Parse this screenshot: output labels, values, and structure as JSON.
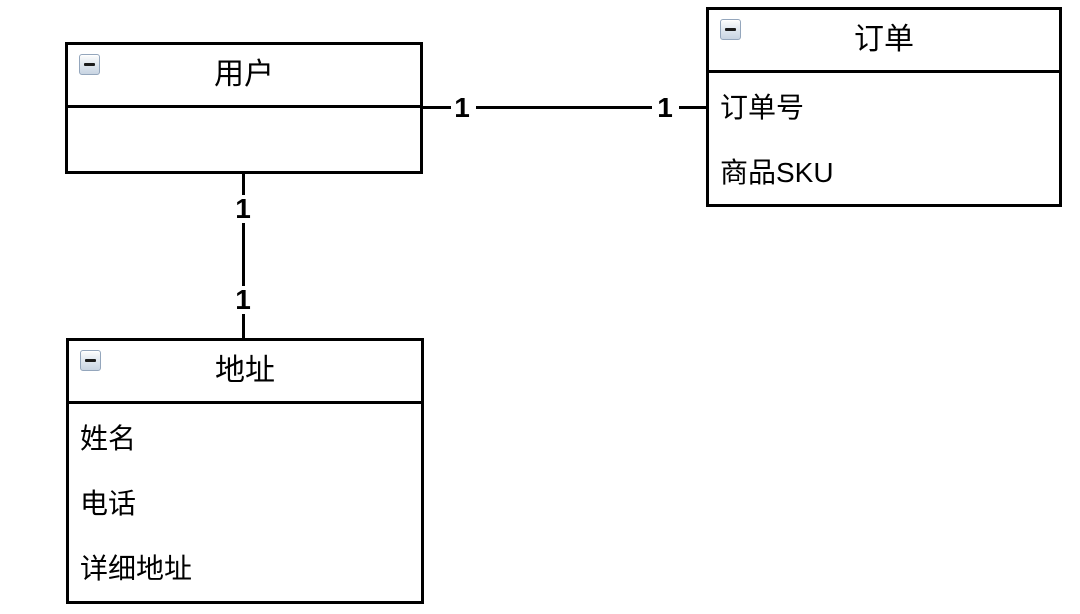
{
  "diagram": {
    "entities": [
      {
        "title": "用户",
        "fields": []
      },
      {
        "title": "订单",
        "fields": [
          "订单号",
          "商品SKU"
        ]
      },
      {
        "title": "地址",
        "fields": [
          "姓名",
          "电话",
          "详细地址"
        ]
      }
    ],
    "connections": [
      {
        "from": "用户",
        "to": "订单",
        "source_label": "1",
        "target_label": "1"
      },
      {
        "from": "用户",
        "to": "地址",
        "source_label": "1",
        "target_label": "1"
      }
    ],
    "icons": {
      "collapse": "minus-icon"
    },
    "colors": {
      "line": "#000000",
      "text": "#000000",
      "background": "#ffffff",
      "collapse_button_border": "#94a6bc",
      "collapse_button_top": "#fdfdfd",
      "collapse_button_bottom": "#c8d4e2"
    }
  }
}
